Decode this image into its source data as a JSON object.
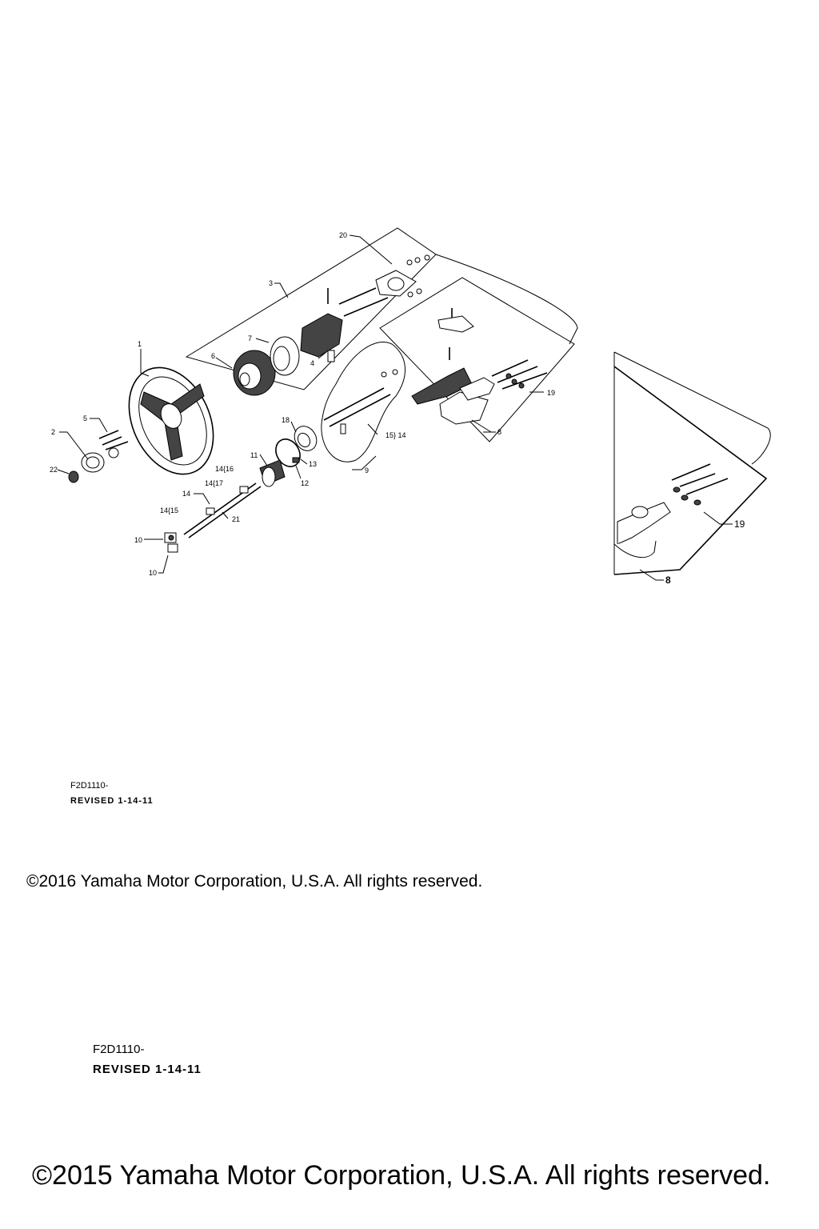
{
  "diagram": {
    "callouts": {
      "c1": "1",
      "c2": "2",
      "c3": "3",
      "c4": "4",
      "c5": "5",
      "c6": "6",
      "c7": "7",
      "c8": "8",
      "c9": "9",
      "c10a": "10",
      "c10b": "10",
      "c11": "11",
      "c12": "12",
      "c13": "13",
      "c14": "14",
      "c18": "18",
      "c19": "19",
      "c20": "20",
      "c21": "21",
      "c22": "22",
      "c14_16": "14{16",
      "c14_17": "14{17",
      "c14_15": "14{15",
      "c15_14": "15} 14",
      "c19_inset": "19",
      "c8_inset": "8"
    }
  },
  "footer_first": {
    "code": "F2D1110-",
    "revised": "REVISED 1-14-11",
    "copyright": "©2016 Yamaha Motor Corporation, U.S.A. All rights reserved."
  },
  "footer_second": {
    "code": "F2D1110-",
    "revised": "REVISED 1-14-11",
    "copyright": "©2015 Yamaha Motor Corporation, U.S.A. All rights reserved."
  }
}
